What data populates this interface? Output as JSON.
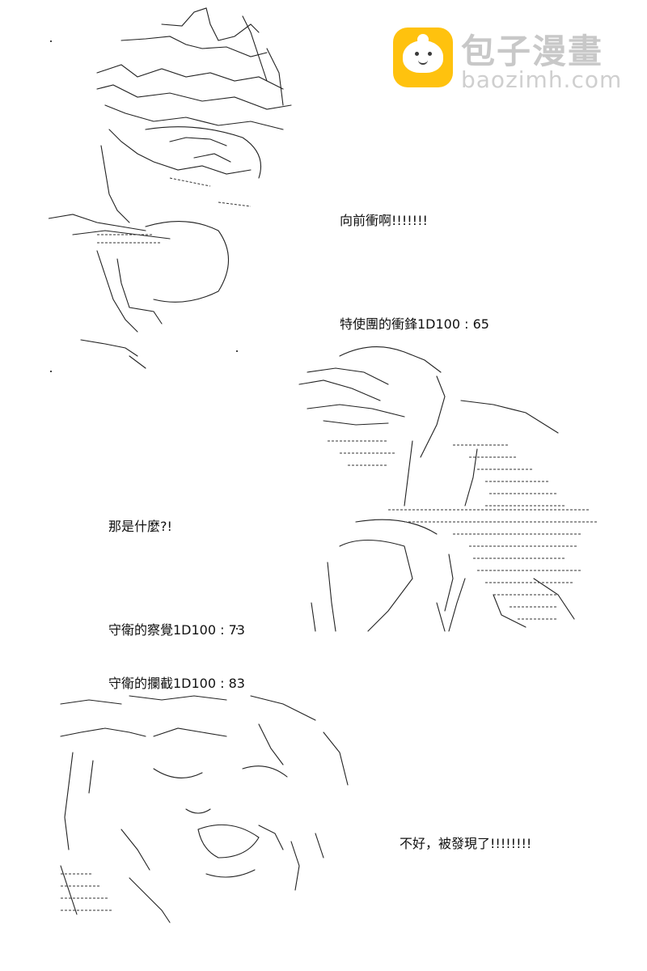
{
  "watermark": {
    "icon": "bun-logo-icon",
    "title": "包子漫畫",
    "url": "baozimh.com"
  },
  "panels": [
    {
      "lines": [
        "向前衝啊!!!!!!!",
        "",
        "特使團的衝鋒1D100 : 65"
      ]
    },
    {
      "lines": [
        "那是什麼?!",
        "",
        "守衛的察覺1D100 : 73",
        "守衛的攔截1D100 : 83"
      ]
    },
    {
      "lines": [
        "不好，被發現了!!!!!!!!"
      ]
    }
  ],
  "colors": {
    "background": "#ffffff",
    "text": "#111111",
    "watermark_icon": "#ffc20e",
    "watermark_text": "#c8c8c8"
  }
}
